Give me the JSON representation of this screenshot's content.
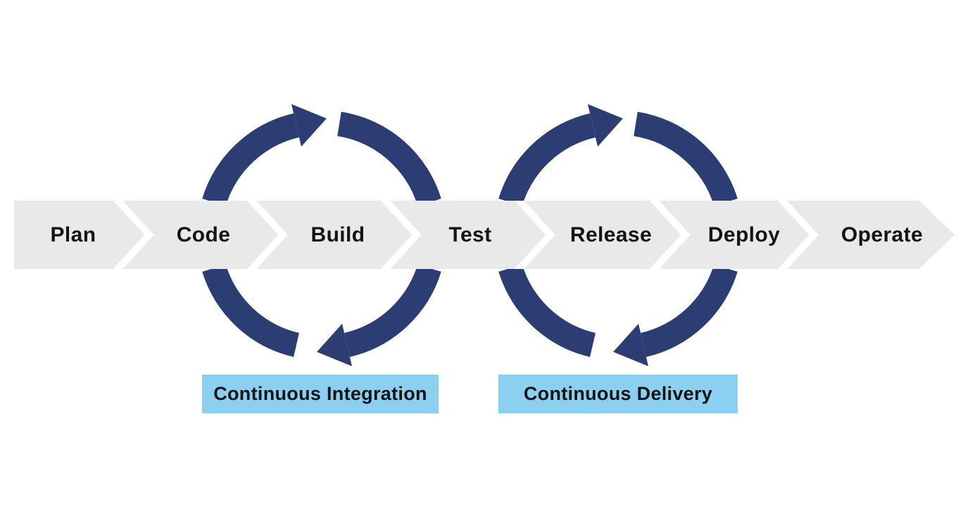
{
  "diagram": {
    "colors": {
      "background": "#ffffff",
      "band": "#e9e9e9",
      "separator": "#ffffff",
      "arrow": "#2b3d72",
      "label_bg": "#8bd0f0",
      "text": "#141414"
    },
    "stages": [
      {
        "label": "Plan"
      },
      {
        "label": "Code"
      },
      {
        "label": "Build"
      },
      {
        "label": "Test"
      },
      {
        "label": "Release"
      },
      {
        "label": "Deploy"
      },
      {
        "label": "Operate"
      }
    ],
    "cycles": [
      {
        "icon": "cycle-arrows-icon",
        "label": "Continuous Integration"
      },
      {
        "icon": "cycle-arrows-icon",
        "label": "Continuous Delivery"
      }
    ]
  }
}
